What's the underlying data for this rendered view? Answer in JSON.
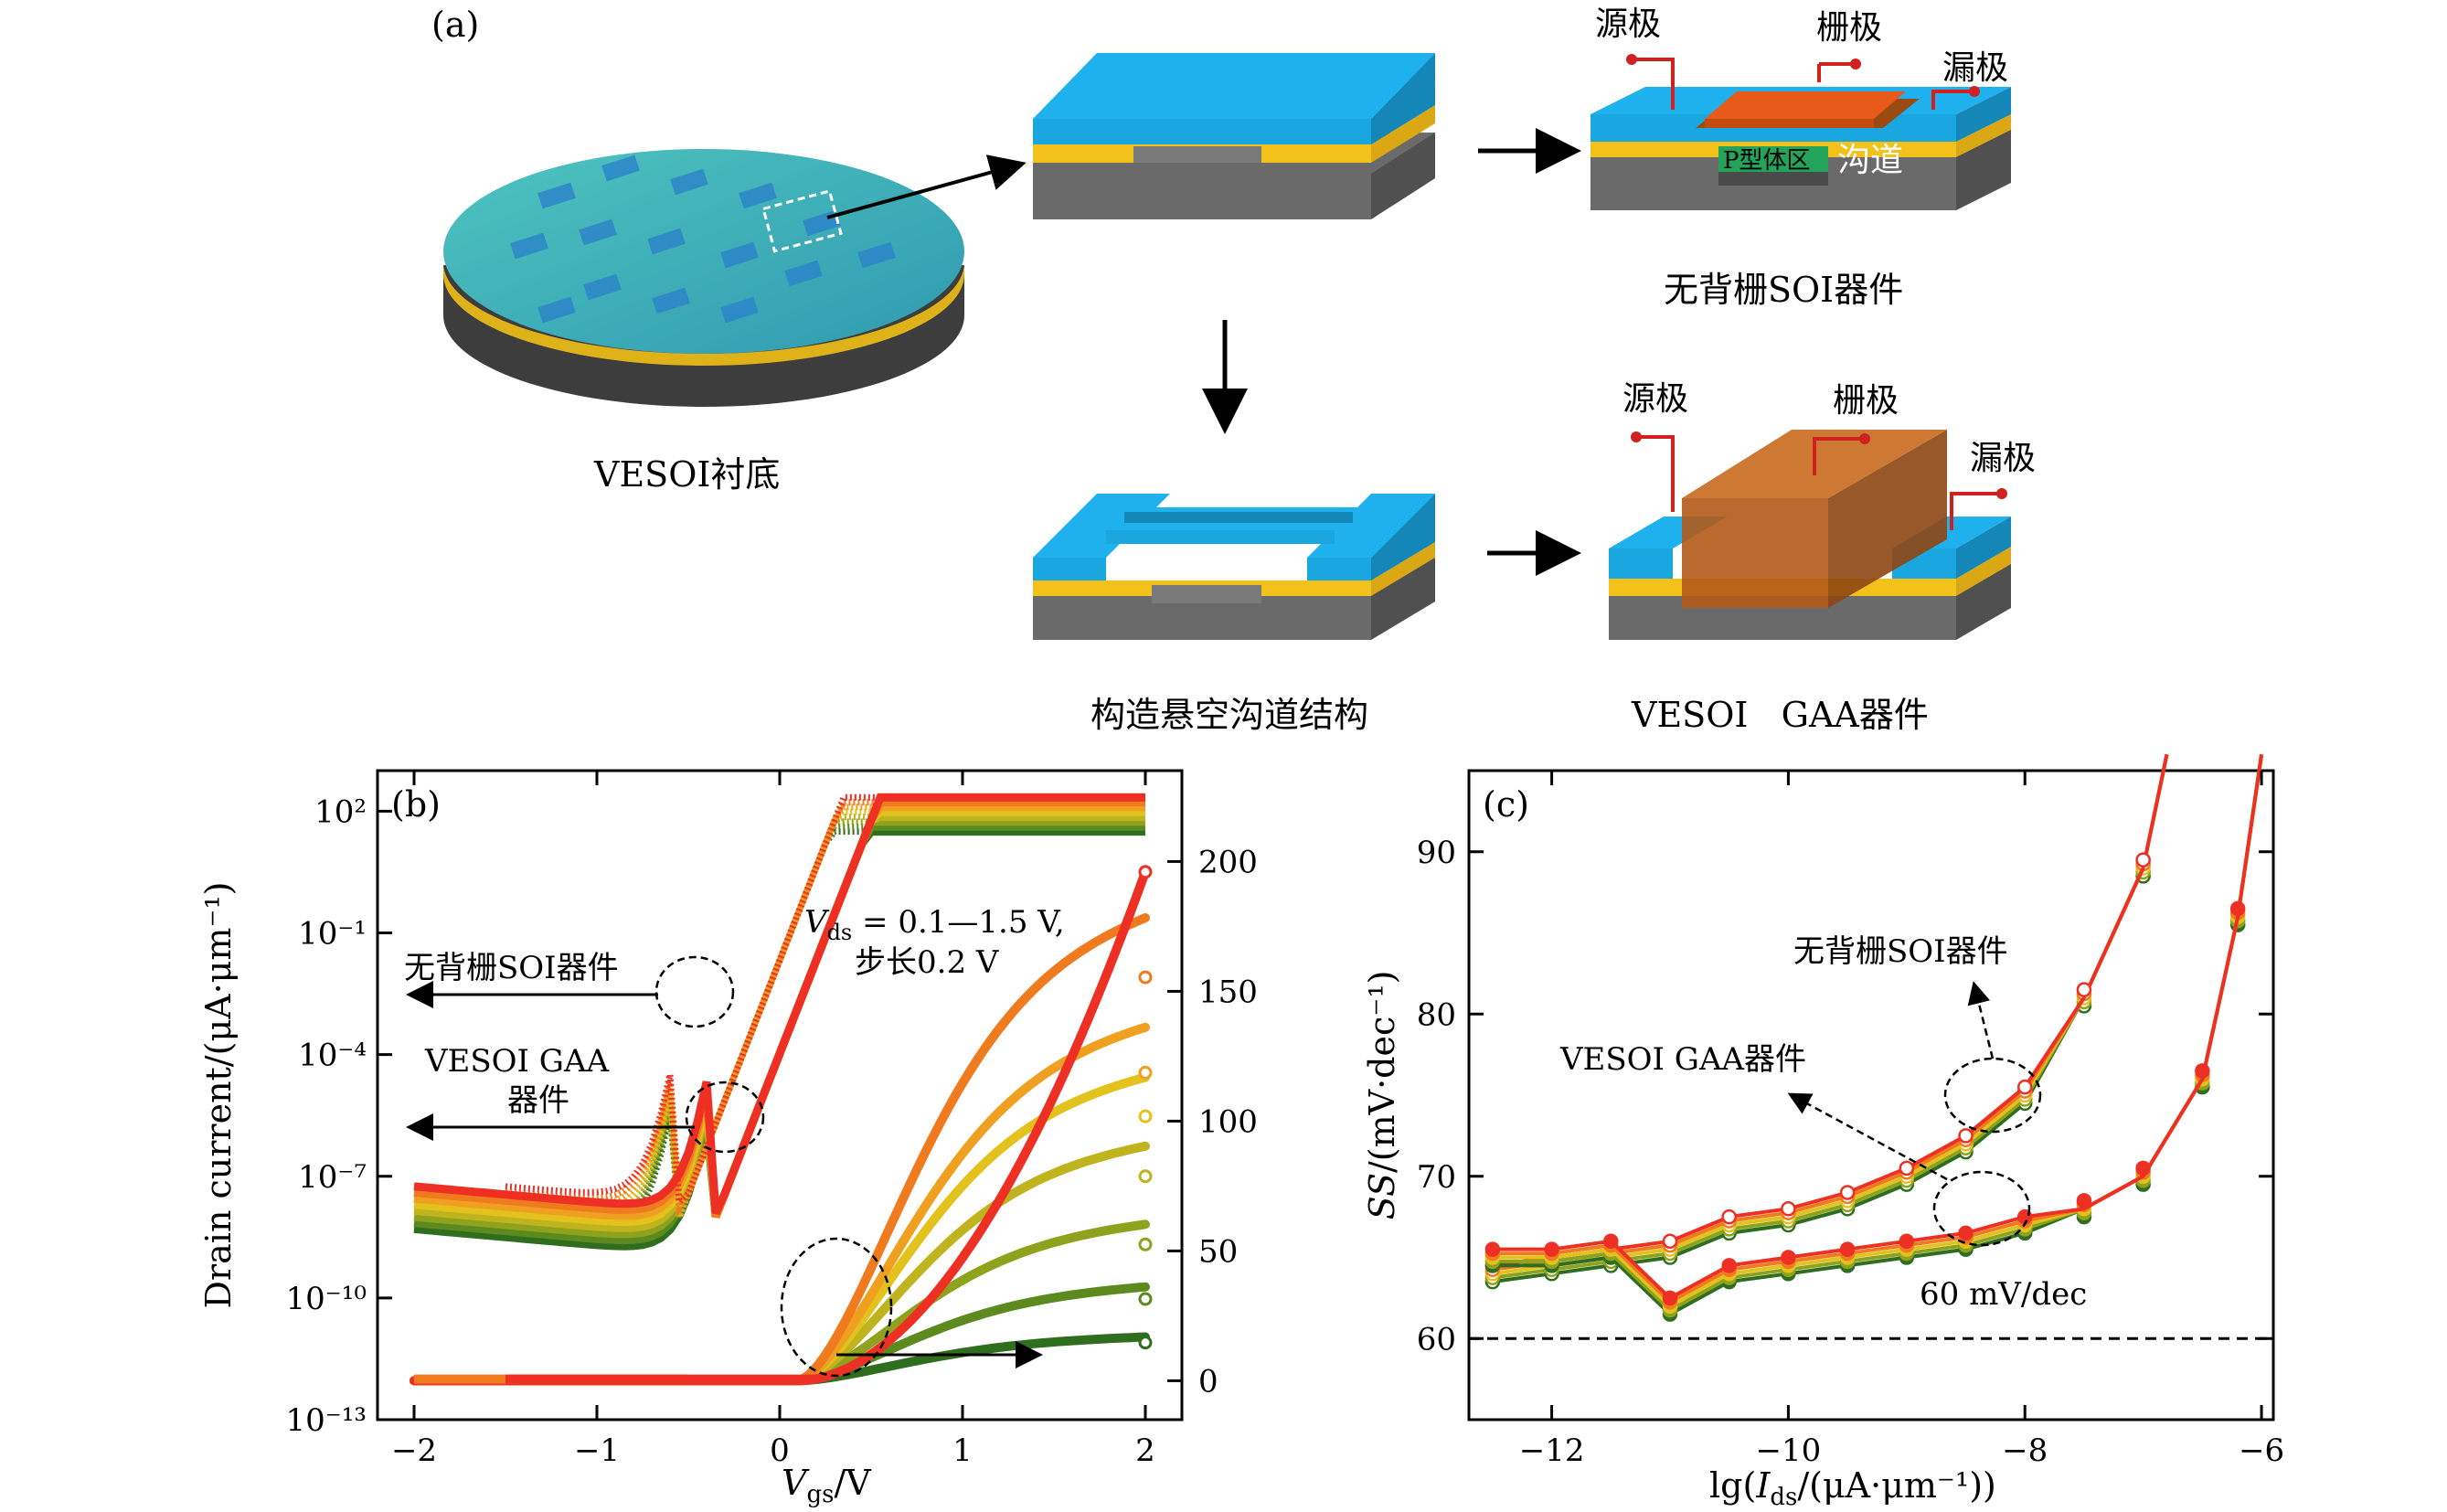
{
  "panel_a": {
    "label": "(a)",
    "wafer_caption": "VESOI衬底",
    "no_backgate_caption": "无背栅SOI器件",
    "suspended_caption": "构造悬空沟道结构",
    "gaa_caption": "VESOI   GAA器件",
    "no_backgate_labels": {
      "source": "源极",
      "gate": "栅极",
      "drain": "漏极",
      "body": "P型体区",
      "channel": "沟道"
    },
    "gaa_labels": {
      "source": "源极",
      "gate": "栅极",
      "drain": "漏极"
    },
    "colors": {
      "si_layer": "#1aa7e0",
      "box_layer": "#f2c21a",
      "substrate": "#6f6f6f",
      "gate": "#e85a1a",
      "gaa_gate": "#c86a1e",
      "body": "#23a45a",
      "wafer_top": "#3fb6b8"
    }
  },
  "panel_b": {
    "label": "(b)",
    "ylabel_left": "Drain current/(μA·μm⁻¹)",
    "xlabel": "V_gs/V",
    "xlabel_main": "V",
    "xlabel_sub": "gs",
    "xlabel_tail": "/V",
    "left_ticks": [
      "10²",
      "10⁻¹",
      "10⁻⁴",
      "10⁻⁷",
      "10⁻¹⁰",
      "10⁻¹³"
    ],
    "right_ticks": [
      "200",
      "150",
      "100",
      "50",
      "0"
    ],
    "x_ticks": [
      "−2",
      "−1",
      "0",
      "1",
      "2"
    ],
    "annotation_vds_line1": "V_ds = 0.1—1.5 V,",
    "vds_main": "V",
    "vds_sub": "ds",
    "vds_tail": " = 0.1—1.5 V,",
    "annotation_vds_line2": "步长0.2 V",
    "annotation_soi": "无背栅SOI器件",
    "annotation_gaa_line1": "VESOI GAA",
    "annotation_gaa_line2": "器件"
  },
  "panel_c": {
    "label": "(c)",
    "ylabel": "SS/(mV·dec⁻¹)",
    "ylabel_main": "SS",
    "ylabel_tail": "/(mV·dec⁻¹)",
    "xlabel": "lg(I_ds/(μA·μm⁻¹))",
    "xlabel_head": "lg(",
    "xlabel_main": "I",
    "xlabel_sub": "ds",
    "xlabel_tail": "/(μA·μm⁻¹))",
    "y_ticks": [
      "90",
      "80",
      "70",
      "60"
    ],
    "x_ticks": [
      "−12",
      "−10",
      "−8",
      "−6"
    ],
    "annotation_soi": "无背栅SOI器件",
    "annotation_gaa": "VESOI GAA器件",
    "annotation_limit": "60 mV/dec"
  },
  "chart_data": [
    {
      "type": "line",
      "panel": "b",
      "xlabel": "V_gs/V",
      "ylabel": "Drain current/(μA·μm⁻¹)",
      "xlim": [
        -2.2,
        2.2
      ],
      "ylim_left_log10": [
        -13,
        3
      ],
      "ylim_right": [
        -15,
        235
      ],
      "left_yscale": "log",
      "vds_values": [
        0.1,
        0.3,
        0.5,
        0.7,
        0.9,
        1.1,
        1.3,
        1.5
      ],
      "series_colors": [
        "#2f6e1e",
        "#5c8a1e",
        "#8fa21e",
        "#bfb41e",
        "#e3c21e",
        "#f0a020",
        "#f07a1e",
        "#ee3024"
      ],
      "linear_saturation_vds_0_1_to_1_3": [
        14,
        30,
        50,
        75,
        97,
        113,
        148
      ],
      "linear_max_vds_1_5": 196,
      "log_on_current_vgs2": 220
    },
    {
      "type": "line",
      "panel": "c",
      "xlabel": "lg(I_ds/(μA·μm⁻¹))",
      "ylabel": "SS/(mV·dec⁻¹)",
      "xlim": [
        -12.7,
        -5.9
      ],
      "ylim": [
        55,
        95
      ],
      "soi_x": [
        -12.5,
        -12,
        -11.5,
        -11,
        -10.5,
        -10,
        -9.5,
        -9,
        -8.5,
        -8,
        -7.5,
        -7,
        -6.8
      ],
      "soi_y": [
        64,
        64.5,
        65,
        65.5,
        67,
        67.5,
        68.5,
        70,
        72,
        75,
        81,
        89,
        96
      ],
      "gaa_x": [
        -12.5,
        -12,
        -11.5,
        -11,
        -10.5,
        -10,
        -9.5,
        -9,
        -8.5,
        -8,
        -7.5,
        -7,
        -6.5,
        -6.2,
        -6.0
      ],
      "gaa_y": [
        65,
        65,
        65.5,
        62,
        64,
        64.5,
        65,
        65.5,
        66,
        67,
        68,
        70,
        76,
        86,
        96
      ],
      "reference_line": 60
    }
  ]
}
